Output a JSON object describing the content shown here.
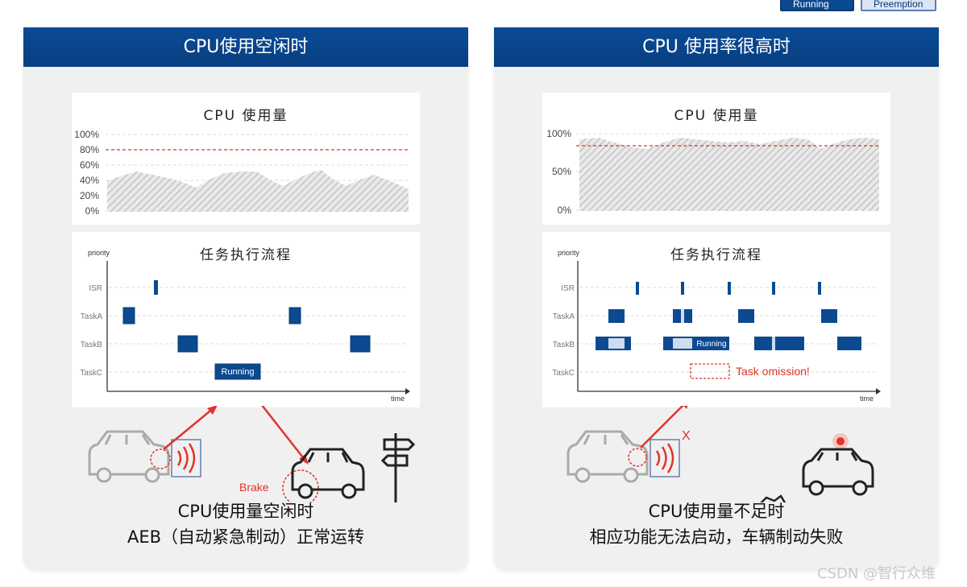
{
  "legend": {
    "running": "Running",
    "preemption": "Preemption"
  },
  "left_panel": {
    "header": "CPU使用空闲时",
    "cpu_title": "CPU 使用量",
    "cpu_y_ticks": [
      "100%",
      "80%",
      "60%",
      "40%",
      "20%",
      "0%"
    ],
    "task_title": "任务执行流程",
    "priority_label": "priority",
    "time_label": "time",
    "task_rows": [
      "ISR",
      "TaskA",
      "TaskB",
      "TaskC"
    ],
    "running_label": "Running",
    "brake_label": "Brake",
    "caption_line1": "CPU使用量空闲时",
    "caption_line2": "AEB（自动紧急制动）正常运转"
  },
  "right_panel": {
    "header": "CPU 使用率很高时",
    "cpu_title": "CPU 使用量",
    "cpu_y_ticks": [
      "100%",
      "50%",
      "0%"
    ],
    "task_title": "任务执行流程",
    "priority_label": "priority",
    "time_label": "time",
    "task_rows": [
      "ISR",
      "TaskA",
      "TaskB",
      "TaskC"
    ],
    "running_label": "Running",
    "omission_label": "Task omission!",
    "x_mark": "X",
    "caption_line1": "CPU使用量不足时",
    "caption_line2": "相应功能无法启动，车辆制动失败"
  },
  "colors": {
    "header_blue": "#0a4b96",
    "task_blue": "#0b4a91",
    "alert_red": "#e0342a",
    "threshold_red": "#e0342a"
  },
  "watermark": "CSDN @智行众维"
}
